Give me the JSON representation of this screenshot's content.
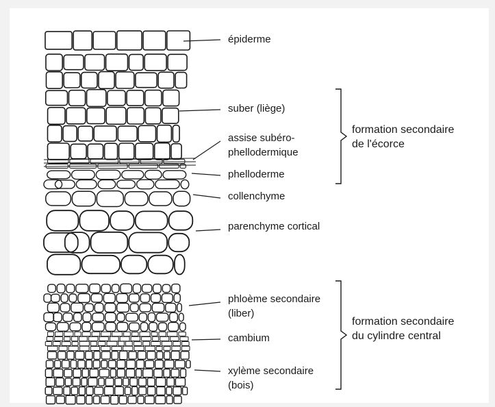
{
  "labels": {
    "epiderme": "épiderme",
    "suber": "suber (liège)",
    "assise_1": "assise subéro-",
    "assise_2": "phellodermique",
    "phelloderme": "phelloderme",
    "collenchyme": "collenchyme",
    "parenchyme": "parenchyme cortical",
    "phloeme_1": "phloème secondaire",
    "phloeme_2": "(liber)",
    "cambium": "cambium",
    "xyleme_1": "xylème secondaire",
    "xyleme_2": "(bois)"
  },
  "groups": {
    "ecorce_1": "formation secondaire",
    "ecorce_2": "de l'écorce",
    "cylindre_1": "formation secondaire",
    "cylindre_2": "du cylindre central"
  },
  "colors": {
    "ink": "#1a1a1a",
    "background": "#ffffff",
    "page": "#f2f2f2"
  }
}
